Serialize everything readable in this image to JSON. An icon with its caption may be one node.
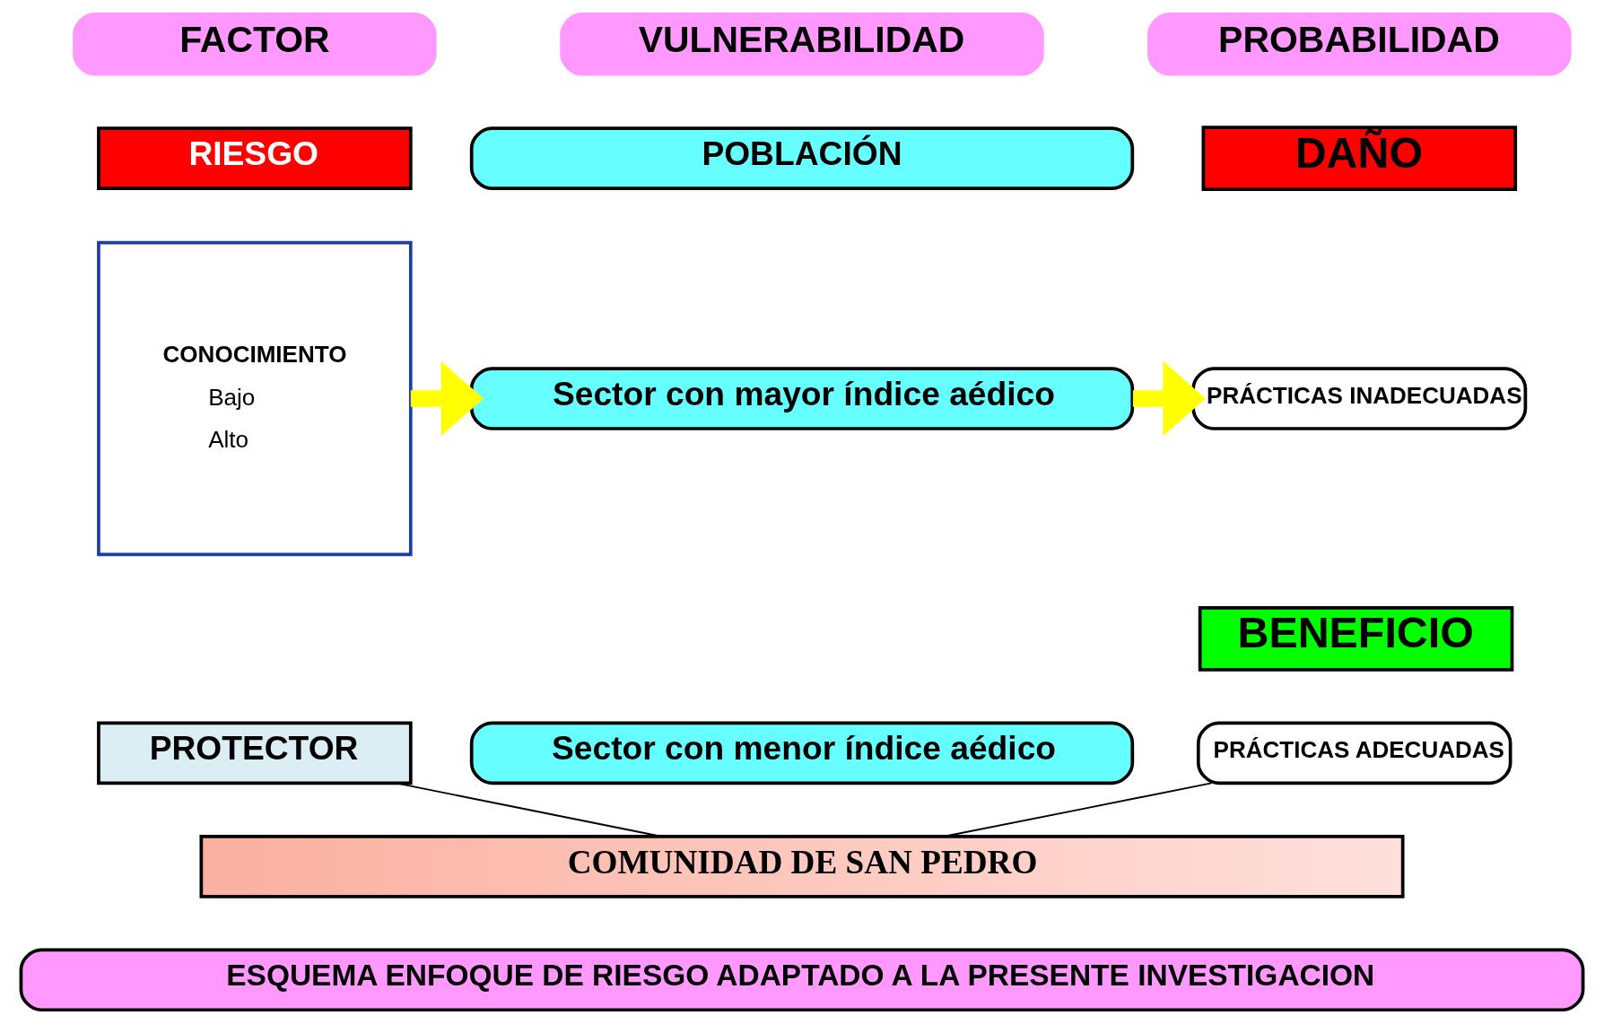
{
  "diagram": {
    "nodes": [
      {
        "text": [
          "FACTOR"
        ]
      },
      {
        "text": [
          "VULNERABILIDAD"
        ]
      },
      {
        "text": [
          "PROBABILIDAD"
        ]
      },
      {
        "text": [
          "RIESGO"
        ]
      },
      {
        "text": [
          "CONOCIMIENTO",
          "Bajo",
          "Alto"
        ]
      },
      {
        "text": [
          "PROTECTOR"
        ]
      },
      {
        "text": [
          "POBLACIÓN"
        ]
      },
      {
        "text": [
          "Sector con mayor índice aédico"
        ]
      },
      {
        "text": [
          "Sector con menor índice aédico"
        ]
      },
      {
        "text": [
          "DAÑO"
        ]
      },
      {
        "text": [
          "PRÁCTICAS INADECUADAS"
        ]
      },
      {
        "text": [
          "BENEFICIO"
        ]
      },
      {
        "text": [
          "PRÁCTICAS ADECUADAS"
        ]
      },
      {
        "text": [
          "COMUNIDAD DE SAN PEDRO"
        ]
      },
      {
        "text": [
          "ESQUEMA ENFOQUE DE RIESGO ADAPTADO A LA PRESENTE INVESTIGACION"
        ]
      }
    ],
    "edges": [
      {
        "from": 4,
        "to": 7,
        "arrow": "to",
        "style": "thick",
        "color": "#ffff00"
      },
      {
        "from": 7,
        "to": 10,
        "arrow": "to",
        "style": "thick",
        "color": "#ffff00"
      },
      {
        "from": 5,
        "to": 13,
        "arrow": "none",
        "color": "#000000"
      },
      {
        "from": 12,
        "to": 13,
        "arrow": "none",
        "color": "#000000"
      }
    ]
  }
}
